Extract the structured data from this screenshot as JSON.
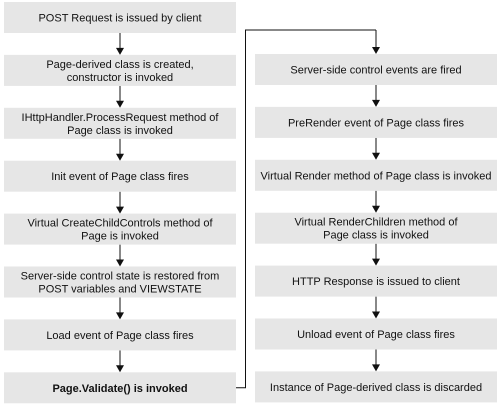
{
  "diagram": {
    "left_column": [
      {
        "lines": [
          "POST Request is issued by client"
        ],
        "emphasis": false
      },
      {
        "lines": [
          "Page-derived class is created,",
          "constructor is invoked"
        ],
        "emphasis": false
      },
      {
        "lines": [
          "IHttpHandler.ProcessRequest method of",
          "Page class is invoked"
        ],
        "emphasis": false
      },
      {
        "lines": [
          "Init event of Page class fires"
        ],
        "emphasis": false
      },
      {
        "lines": [
          "Virtual CreateChildControls method of",
          "Page is invoked"
        ],
        "emphasis": false
      },
      {
        "lines": [
          "Server-side control state is restored from",
          "POST variables and VIEWSTATE"
        ],
        "emphasis": false
      },
      {
        "lines": [
          "Load event of Page class fires"
        ],
        "emphasis": false
      },
      {
        "lines": [
          "Page.Validate() is invoked"
        ],
        "emphasis": true
      }
    ],
    "right_column": [
      {
        "lines": [
          "Server-side control events are fired"
        ],
        "emphasis": false
      },
      {
        "lines": [
          "PreRender event of Page class fires"
        ],
        "emphasis": false
      },
      {
        "lines": [
          "Virtual Render method of Page class is invoked"
        ],
        "emphasis": false
      },
      {
        "lines": [
          "Virtual RenderChildren method of",
          "Page class is invoked"
        ],
        "emphasis": false
      },
      {
        "lines": [
          "HTTP Response is issued to client"
        ],
        "emphasis": false
      },
      {
        "lines": [
          "Unload event of Page class fires"
        ],
        "emphasis": false
      },
      {
        "lines": [
          "Instance of Page-derived class is discarded"
        ],
        "emphasis": false
      }
    ],
    "colors": {
      "box_fill": "#e6e6e6",
      "text": "#111111",
      "line": "#111111",
      "background": "#ffffff"
    }
  }
}
